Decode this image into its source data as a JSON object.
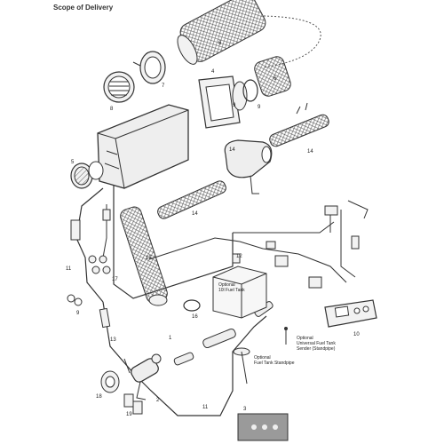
{
  "title": "Scope of Delivery",
  "callouts": {
    "c1": "1",
    "c2": "2",
    "c3": "3",
    "c4": "4",
    "c5": "5",
    "c6": "6",
    "c7": "7",
    "c8": "8",
    "c9": "9",
    "c10": "10",
    "c11": "11",
    "c12": "12",
    "c13": "13",
    "c14": "14",
    "c15": "15",
    "c16": "16",
    "c17": "17",
    "c18": "18",
    "c19": "19"
  },
  "notes": {
    "fuel_tank_line1": "Optional",
    "fuel_tank_line2": "10l Fuel Tank",
    "sender_line1": "Optional",
    "sender_line2": "Universal Fuel Tank",
    "sender_line3": "Sender (Standpipe)",
    "standpipe_line1": "Optional",
    "standpipe_line2": "Fuel Tank Standpipe"
  },
  "colors": {
    "line": "#333333",
    "fill": "#f2f2f2",
    "hatch": "#666666",
    "text": "#222222"
  }
}
